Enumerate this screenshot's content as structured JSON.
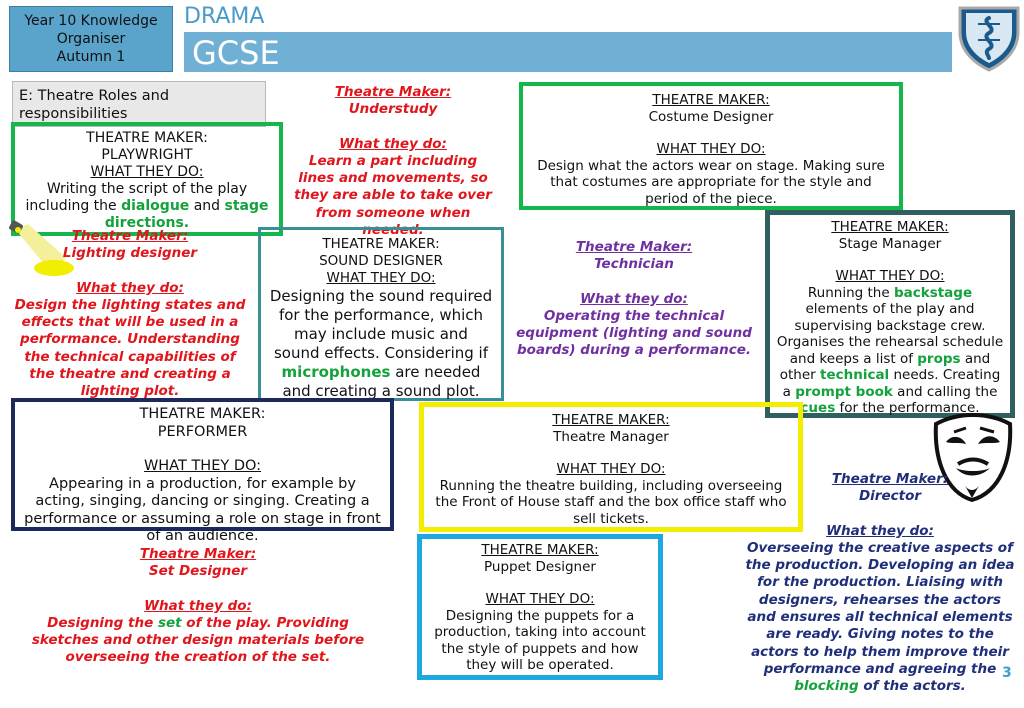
{
  "header": {
    "year_line1": "Year 10 Knowledge",
    "year_line2": "Organiser",
    "year_line3": "Autumn 1",
    "subject": "DRAMA",
    "level": "GCSE"
  },
  "section_title": "E: Theatre Roles and responsibilities",
  "playwright": {
    "label": "THEATRE MAKER:",
    "role": "PLAYWRIGHT",
    "what_label": "WHAT THEY DO:",
    "t1": "Writing the script of the play including the ",
    "k1": "dialogue",
    "t2": " and ",
    "k2": "stage directions",
    "t3": "."
  },
  "understudy": {
    "label": "Theatre Maker:",
    "role": "Understudy",
    "what_label": "What they do:",
    "desc": "Learn a part including lines and movements, so they are able to take over from someone when needed."
  },
  "costume": {
    "label": "THEATRE MAKER:",
    "role": "Costume Designer",
    "what_label": "WHAT THEY DO:",
    "desc": "Design what the actors wear on stage. Making sure that costumes are appropriate for the style and period of the piece."
  },
  "lighting": {
    "label": "Theatre Maker:",
    "role": "Lighting designer",
    "what_label": "What they do:",
    "desc": "Design the lighting states and effects that will be used in a performance. Understanding the technical capabilities of the theatre and creating a lighting plot."
  },
  "sound": {
    "label": "THEATRE MAKER:",
    "role": "SOUND DESIGNER",
    "what_label": "WHAT THEY DO:",
    "t1": "Designing the sound required for the performance, which may include music and sound effects. Considering if ",
    "k1": "microphones",
    "t2": " are needed and creating a sound plot."
  },
  "technician": {
    "label": "Theatre Maker:",
    "role": "Technician",
    "what_label": "What they do:",
    "desc": "Operating the technical equipment (lighting and sound boards) during a performance."
  },
  "stage_manager": {
    "label": "THEATRE MAKER:",
    "role": "Stage Manager",
    "what_label": "WHAT THEY DO:",
    "t1": "Running the ",
    "k1": "backstage",
    "t2": " elements of the play and supervising backstage crew. Organises the rehearsal schedule and keeps a list of ",
    "k2": "props",
    "t3": " and other ",
    "k3": "technical",
    "t4": " needs. Creating a ",
    "k4": "prompt book",
    "t5": " and calling the ",
    "k5": "cues",
    "t6": " for the performance."
  },
  "performer": {
    "label": "THEATRE MAKER:",
    "role": "PERFORMER",
    "what_label": "WHAT THEY DO:",
    "desc": "Appearing in a production, for example by acting, singing, dancing or singing. Creating a performance or assuming a role on stage in front of an audience."
  },
  "theatre_manager": {
    "label": "THEATRE MAKER:",
    "role": "Theatre Manager",
    "what_label": "WHAT THEY DO:",
    "desc": "Running the theatre building, including overseeing the Front of House staff and the box office staff who sell tickets."
  },
  "director": {
    "label": "Theatre Maker:",
    "role": "Director",
    "what_label": "What they do:",
    "t1": "Overseeing the creative aspects of the production. Developing an idea for the production. Liaising with designers, rehearses the actors and ensures all technical elements are ready. Giving notes to the actors to help them improve their performance and agreeing the ",
    "k1": "blocking",
    "t2": " of the actors."
  },
  "set_designer": {
    "label": "Theatre Maker:",
    "role": "Set Designer",
    "what_label": "What they do:",
    "t1": "Designing the ",
    "k1": "set",
    "t2": " of the play. Providing sketches and other design materials before overseeing the creation of the set."
  },
  "puppet": {
    "label": "THEATRE MAKER:",
    "role": "Puppet Designer",
    "what_label": "WHAT THEY DO:",
    "desc": "Designing the puppets for a production, taking into account the style of puppets and how they will be operated."
  },
  "page_number": "3",
  "colors": {
    "header_blue": "#5aa3cb",
    "band_blue": "#6fb0d4",
    "green": "#14a23c",
    "red": "#e0161c",
    "purple": "#7030a0",
    "navy": "#1f2f7a",
    "yellow": "#f2ee00",
    "cyan": "#1fa8e0",
    "teal": "#3a8f96",
    "dark_teal": "#2f5f5f",
    "dark_navy": "#1a2a5c"
  },
  "icons": {
    "crest": "school-crest-icon",
    "spotlight": "spotlight-icon",
    "mask": "theatre-mask-icon"
  }
}
